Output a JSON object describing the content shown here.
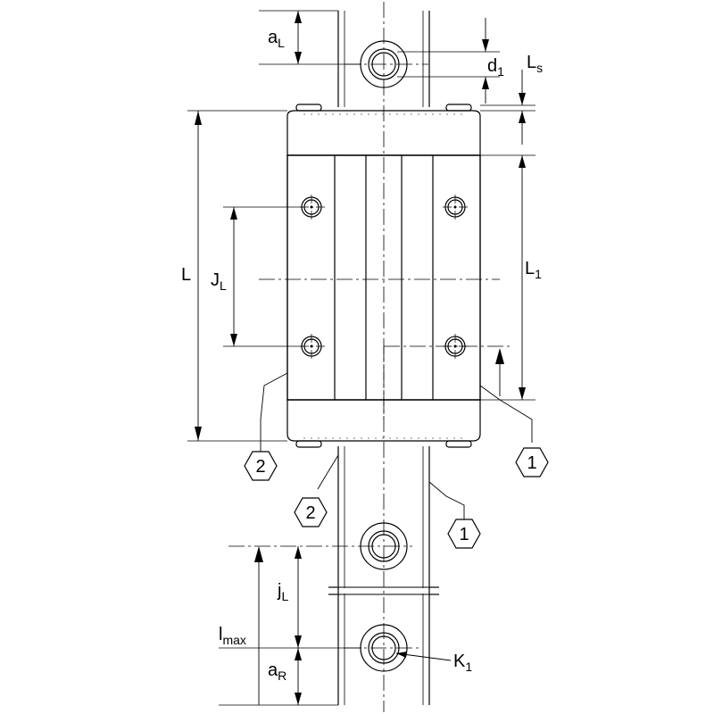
{
  "labels": {
    "aL": {
      "main": "a",
      "sub": "L"
    },
    "d1": {
      "main": "d",
      "sub": "1"
    },
    "Ls": {
      "main": "L",
      "sub": "s"
    },
    "L": {
      "main": "L"
    },
    "JL": {
      "main": "J",
      "sub": "L"
    },
    "L1": {
      "main": "L",
      "sub": "1"
    },
    "jL": {
      "main": "j",
      "sub": "L"
    },
    "lmax": {
      "main": "l",
      "sub": "max"
    },
    "aR": {
      "main": "a",
      "sub": "R"
    },
    "K1": {
      "main": "K",
      "sub": "1"
    }
  },
  "callouts": {
    "c1_block": "1",
    "c2_block": "2",
    "c2_rail": "2",
    "c1_rail": "1"
  }
}
